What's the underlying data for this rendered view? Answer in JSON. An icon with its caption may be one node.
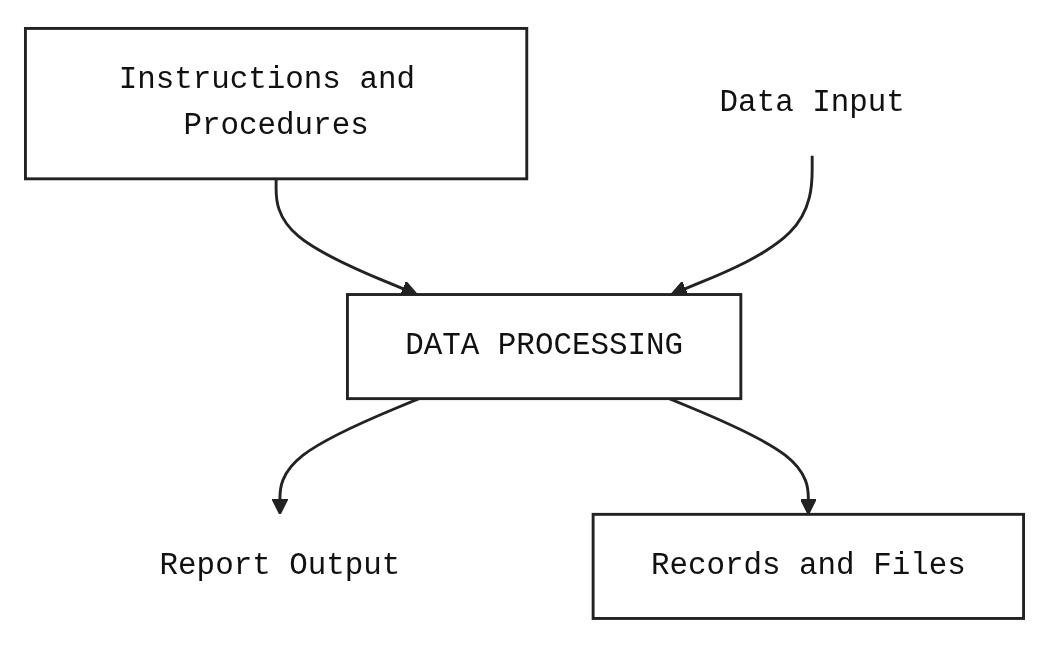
{
  "diagram": {
    "nodes": [
      {
        "text": [
          "Instructions and Procedures"
        ]
      },
      {
        "text": [
          "Data Input"
        ]
      },
      {
        "text": [
          "DATA PROCESSING"
        ]
      },
      {
        "text": [
          "Report Output"
        ]
      },
      {
        "text": [
          "Records and Files"
        ]
      }
    ],
    "edges": [
      {
        "from": 0,
        "to": 2,
        "arrow": "to"
      },
      {
        "from": 1,
        "to": 2,
        "arrow": "to"
      },
      {
        "from": 2,
        "to": 3,
        "arrow": "to"
      },
      {
        "from": 2,
        "to": 4,
        "arrow": "to"
      }
    ]
  }
}
